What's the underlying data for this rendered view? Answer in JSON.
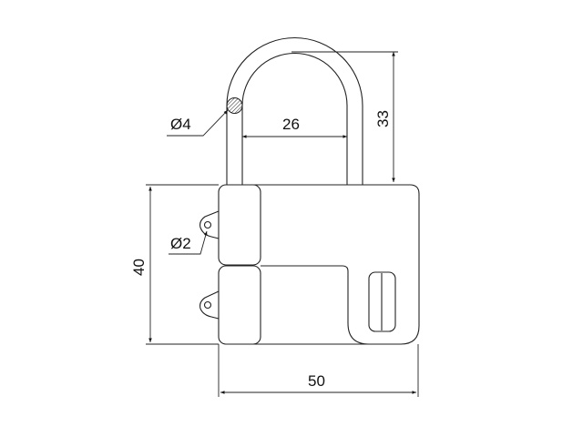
{
  "drawing": {
    "subject": "padlock technical drawing",
    "dimensions": {
      "shackle_diameter": "Ø4",
      "shackle_inner_width": "26",
      "shackle_height": "33",
      "body_height": "40",
      "body_width": "50",
      "hole_diameter": "Ø2"
    },
    "colors": {
      "line": "#222222",
      "background": "#ffffff"
    }
  }
}
